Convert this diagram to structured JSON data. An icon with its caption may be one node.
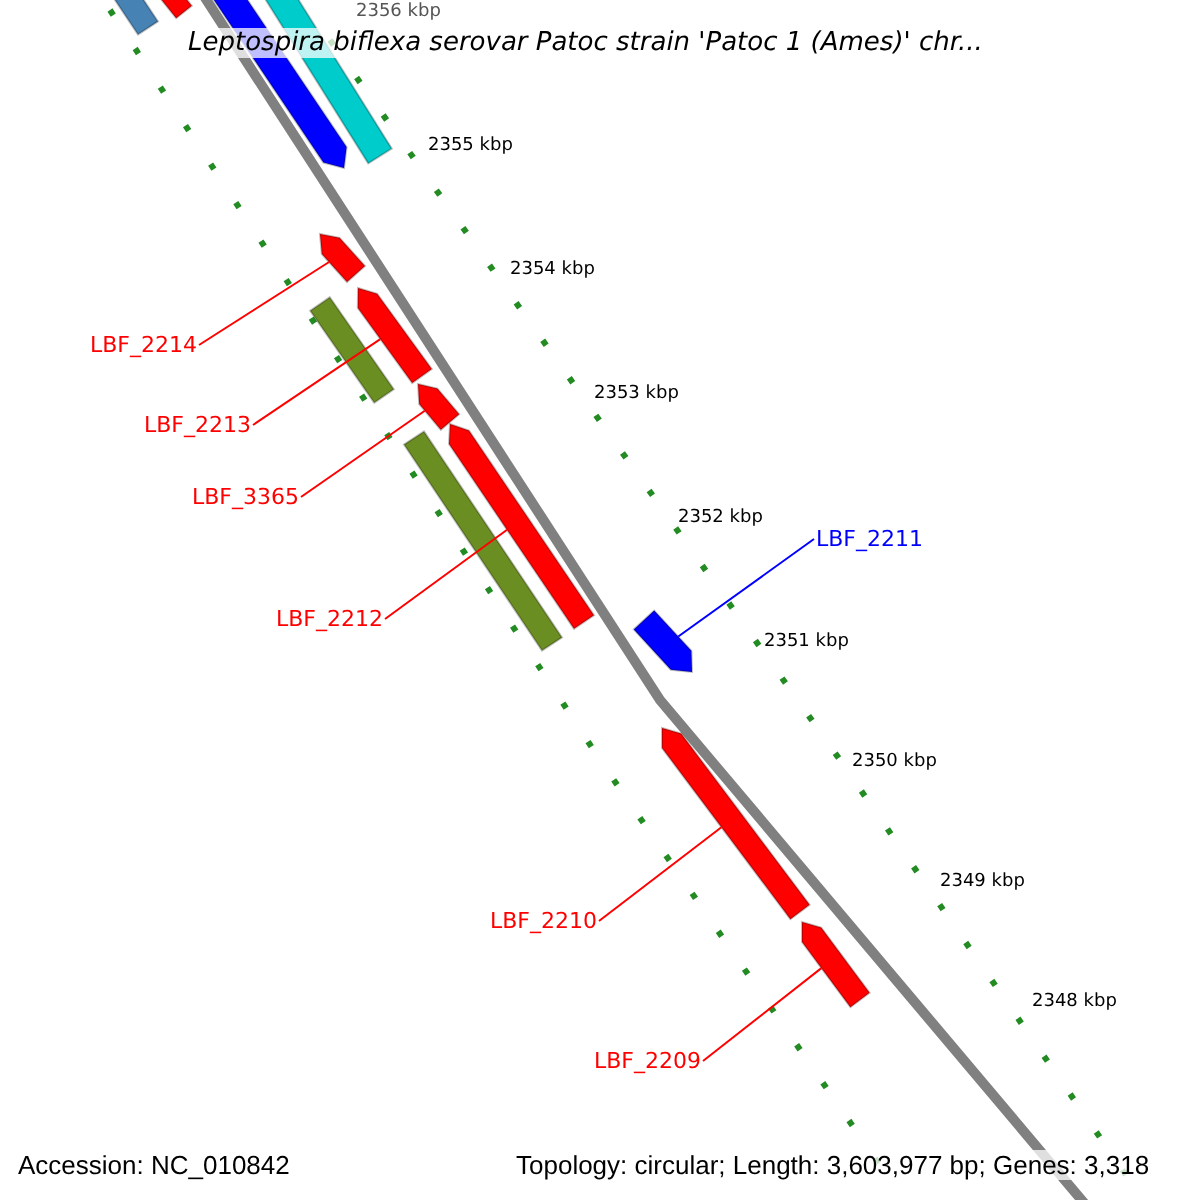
{
  "diagram": {
    "title": "Leptospira biflexa serovar Patoc strain 'Patoc 1 (Ames)' chr...",
    "nodes": [
      {
        "text": [
          "LBF_2214"
        ]
      },
      {
        "text": [
          "LBF_2213"
        ]
      },
      {
        "text": [
          "LBF_3365"
        ]
      },
      {
        "text": [
          "LBF_2212"
        ]
      },
      {
        "text": [
          "LBF_2211"
        ]
      },
      {
        "text": [
          "LBF_2210"
        ]
      },
      {
        "text": [
          "LBF_2209"
        ]
      },
      {
        "text": [],
        "shape": "bar"
      },
      {
        "text": [],
        "shape": "bar"
      },
      {
        "text": [],
        "shape": "bar"
      },
      {
        "text": [],
        "shape": "bar"
      },
      {
        "text": [],
        "shape": "bar"
      },
      {
        "text": [],
        "shape": "bar"
      },
      {
        "text": [],
        "shape": "bar"
      },
      {
        "text": [],
        "shape": "bar"
      },
      {
        "text": [],
        "shape": "bar"
      },
      {
        "text": [],
        "shape": "bar"
      },
      {
        "text": [],
        "shape": "bar"
      },
      {
        "text": [],
        "shape": "bar"
      },
      {
        "text": [],
        "shape": "bar"
      }
    ],
    "edges": [
      {
        "from": 0,
        "to": 11,
        "arrow": "none"
      },
      {
        "from": 1,
        "to": 13,
        "arrow": "none"
      },
      {
        "from": 2,
        "to": 14,
        "arrow": "none"
      },
      {
        "from": 3,
        "to": 16,
        "arrow": "none"
      },
      {
        "from": 4,
        "to": 17,
        "arrow": "none",
        "color": "#0000ff"
      },
      {
        "from": 5,
        "to": 18,
        "arrow": "none"
      },
      {
        "from": 6,
        "to": 19,
        "arrow": "none"
      }
    ],
    "labels": [
      "2356 kbp",
      "2355 kbp",
      "2354 kbp",
      "2353 kbp",
      "2352 kbp",
      "2351 kbp",
      "2350 kbp",
      "2349 kbp",
      "2348 kbp",
      "Accession: NC_010842",
      "Topology: circular; Length: 3,603,977 bp; Genes: 3,318"
    ]
  }
}
